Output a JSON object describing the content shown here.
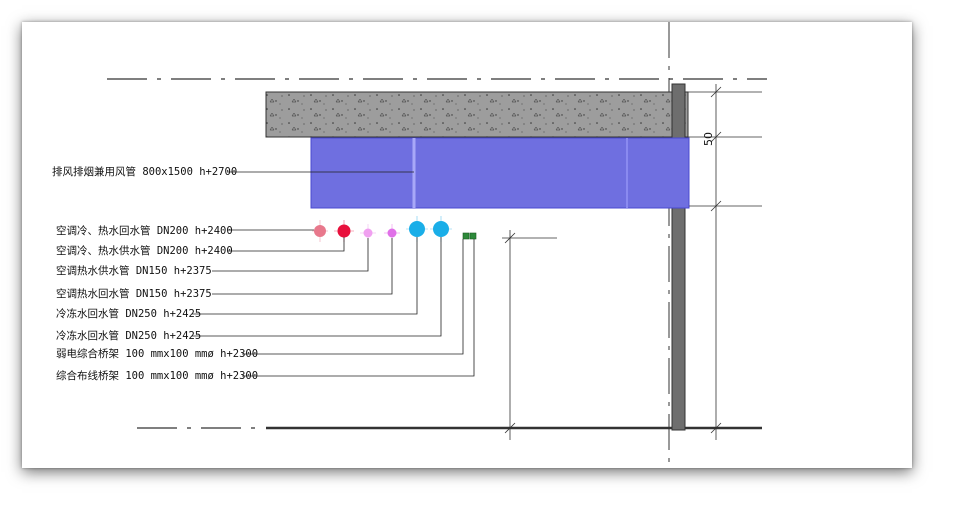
{
  "drawing": {
    "duct_label": "排风排烟兼用风管 800x1500 h+2700",
    "pipe_labels": [
      "空调冷、热水回水管 DN200 h+2400",
      "空调冷、热水供水管 DN200 h+2400",
      "空调热水供水管 DN150 h+2375",
      "空调热水回水管 DN150 h+2375",
      "冷冻水回水管 DN250 h+2425",
      "冷冻水回水管 DN250 h+2425",
      "弱电综合桥架 100 mmx100 mmø h+2300",
      "综合布线桥架 100 mmx100 mmø h+2300"
    ],
    "dimension_label": "50",
    "colors": {
      "duct": "#6f6fe0",
      "pipe_pink": "#e8788c",
      "pipe_red": "#e8103c",
      "pipe_violet_light": "#f0a0f0",
      "pipe_violet": "#e070e8",
      "pipe_cyan": "#1aaee8",
      "tray_green": "#2d8a3a",
      "slab": "#9a9a9a",
      "column": "#6e6e6e"
    }
  }
}
